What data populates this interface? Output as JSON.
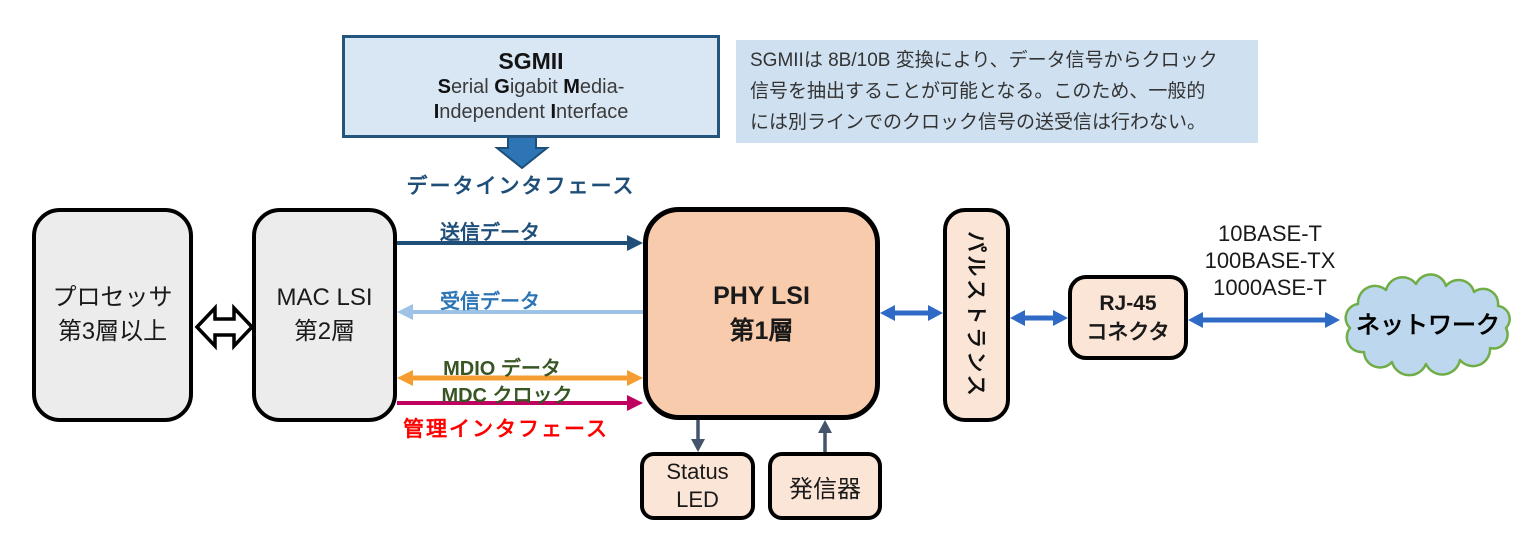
{
  "sgmii_box": {
    "title": "SGMII",
    "sub1": [
      "S",
      "erial ",
      "G",
      "igabit ",
      "M",
      "edia-"
    ],
    "sub2": [
      "I",
      "ndependent ",
      "I",
      "nterface"
    ]
  },
  "note": {
    "line1": "SGMIIは 8B/10B 変換により、データ信号からクロック",
    "line2": "信号を抽出することが可能となる。このため、一般的",
    "line3": "には別ラインでのクロック信号の送受信は行わない。"
  },
  "labels": {
    "data_interface": "データインタフェース",
    "management_interface": "管理インタフェース",
    "tx_data": "送信データ",
    "rx_data": "受信データ",
    "mdio_data": "MDIO データ",
    "mdc_clock": "MDC クロック",
    "ethernet": {
      "line1": "10BASE-T",
      "line2": "100BASE-TX",
      "line3": "1000ASE-T"
    }
  },
  "boxes": {
    "processor": {
      "line1": "プロセッサ",
      "line2": "第3層以上"
    },
    "mac": {
      "line1": "MAC LSI",
      "line2": "第2層"
    },
    "phy": {
      "line1": "PHY LSI",
      "line2": "第1層"
    },
    "pulse_transformer": {
      "label": "パルストランス"
    },
    "rj45": {
      "line1": "RJ-45",
      "line2": "コネクタ"
    },
    "status_led": {
      "line1": "Status",
      "line2": "LED"
    },
    "oscillator": {
      "label": "発信器"
    },
    "network_cloud": {
      "label": "ネットワーク"
    }
  },
  "colors": {
    "tx_arrow": "#1f4e79",
    "rx_arrow": "#9dc3e6",
    "mdio_arrow": "#f59d31",
    "mdc_arrow": "#c00060",
    "mgmt_text": "#ff0000",
    "mdio_text": "#375623",
    "blue_link_arrow": "#2f6bc6",
    "slate_arrow": "#44546a",
    "phy_fill": "#f8cbad",
    "peach_fill": "#fbe5d6",
    "gray_fill": "#ececec",
    "sgmii_fill": "#d9e7f5",
    "sgmii_border": "#24557e",
    "note_fill": "#cfe1f1",
    "cloud_fill": "#bdd7ee",
    "cloud_border": "#70ad47",
    "block_arrow_fill": "#2e75b6"
  }
}
